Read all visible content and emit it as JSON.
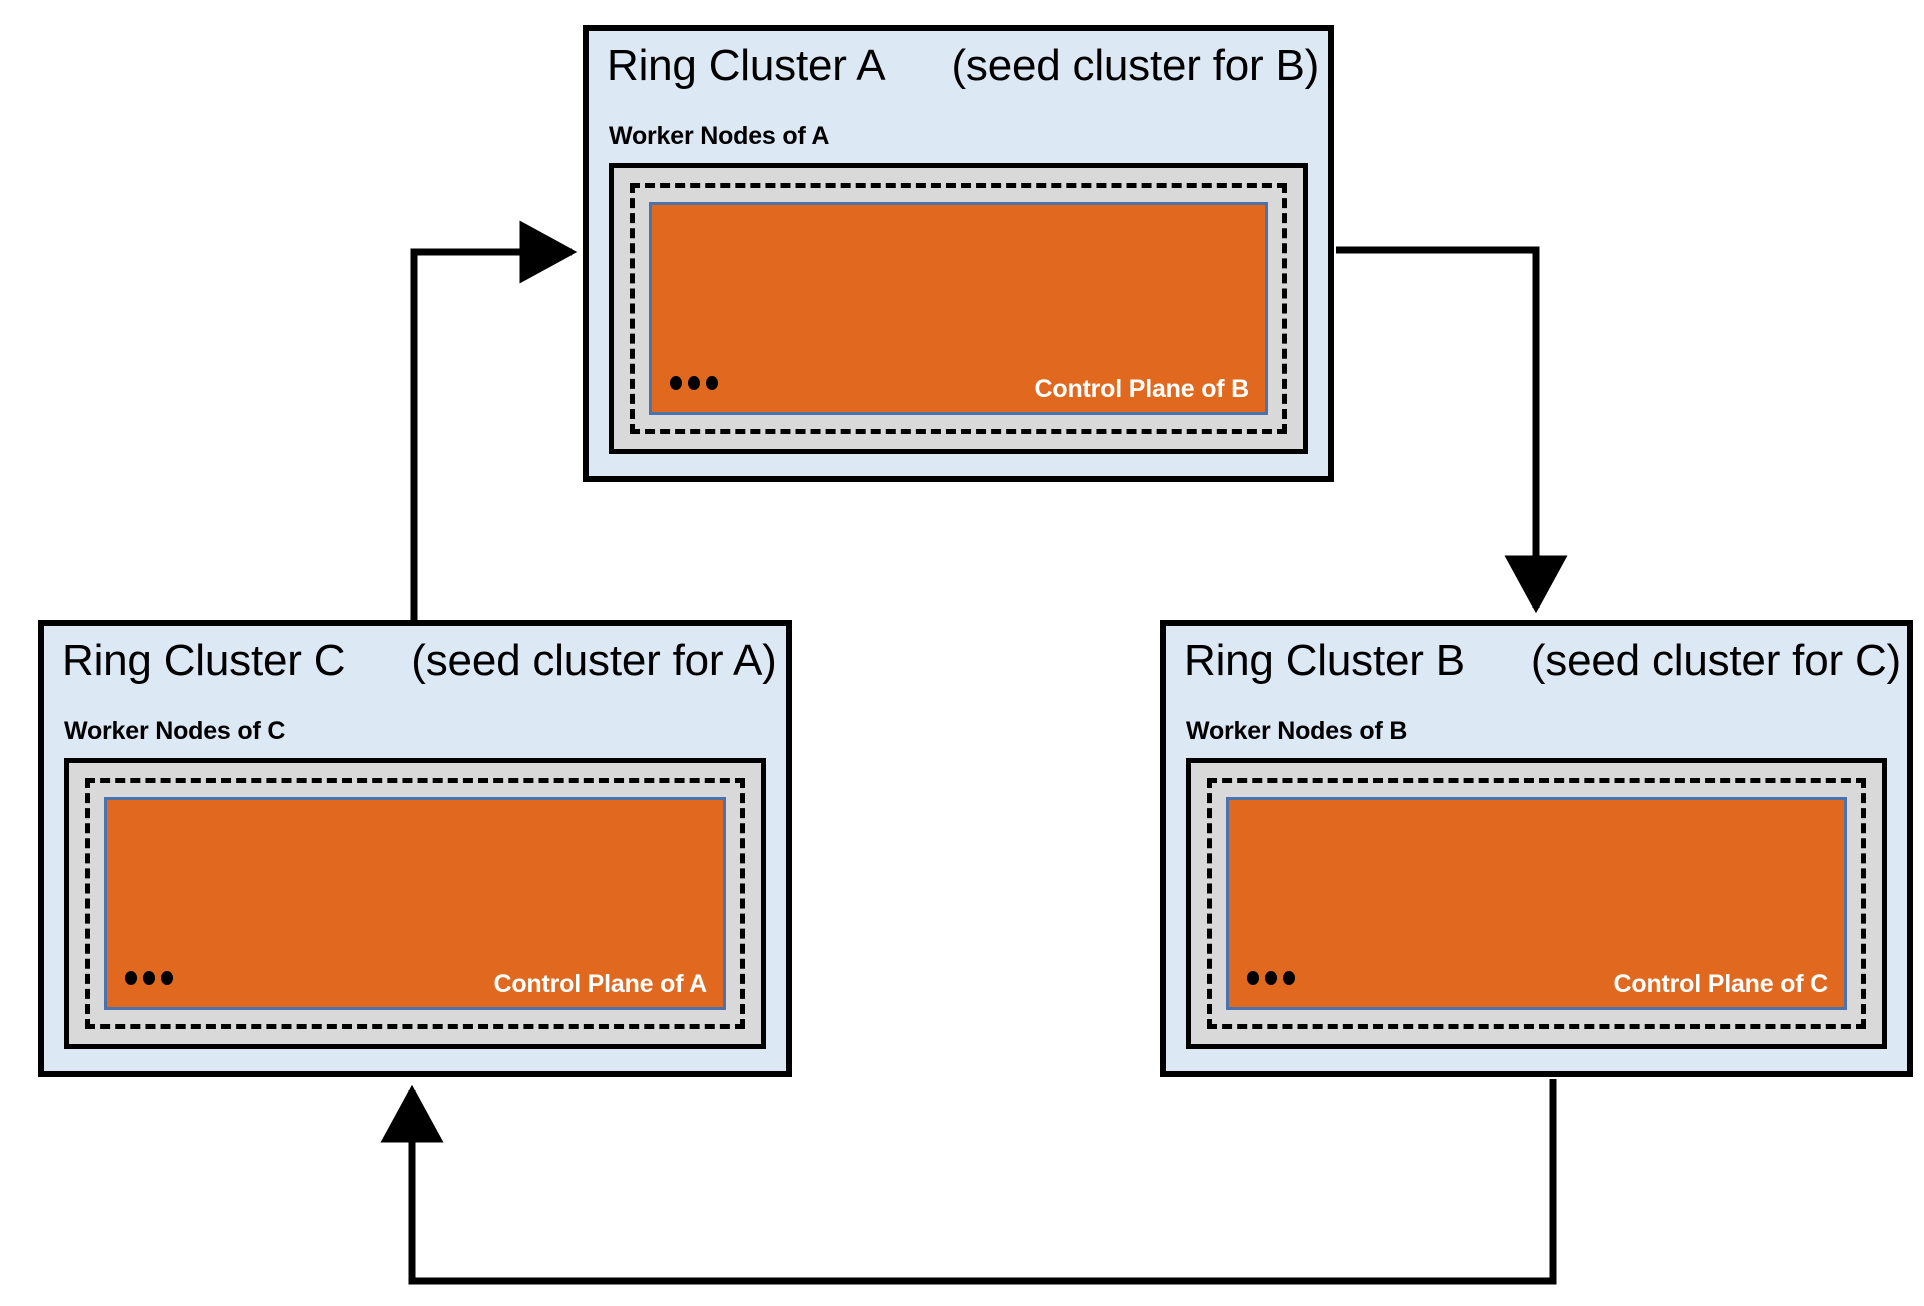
{
  "diagram": {
    "title": "Ring cluster topology with cyclic seed-cluster relationships",
    "colors": {
      "cluster_fill": "#dde8f5",
      "node_fill": "#d9d9d9",
      "control_plane_fill": "#e0681f",
      "control_plane_border": "#4a73ae",
      "stroke": "#000000",
      "control_plane_text": "#ffffff",
      "background": "#ffffff"
    }
  },
  "clusters": [
    {
      "id": "A",
      "name": "Ring Cluster A",
      "seed_note": "(seed cluster for B)",
      "worker_label": "Worker Nodes of A",
      "control_plane_label": "Control Plane of B",
      "ellipsis": "..."
    },
    {
      "id": "C",
      "name": "Ring Cluster C",
      "seed_note": "(seed cluster for A)",
      "worker_label": "Worker Nodes of C",
      "control_plane_label": "Control Plane of A",
      "ellipsis": "..."
    },
    {
      "id": "B",
      "name": "Ring Cluster B",
      "seed_note": "(seed cluster for C)",
      "worker_label": "Worker Nodes of B",
      "control_plane_label": "Control Plane of C",
      "ellipsis": "..."
    }
  ],
  "connectors": [
    {
      "id": "a-to-b",
      "from": "Ring Cluster A",
      "to": "Ring Cluster B",
      "direction": "right-then-down",
      "arrowhead": "down"
    },
    {
      "id": "b-to-c",
      "from": "Ring Cluster B",
      "to": "Ring Cluster C",
      "direction": "down-then-left-then-up",
      "arrowhead": "up"
    },
    {
      "id": "c-to-a",
      "from": "Ring Cluster C",
      "to": "Ring Cluster A",
      "direction": "up-then-right",
      "arrowhead": "right"
    }
  ]
}
